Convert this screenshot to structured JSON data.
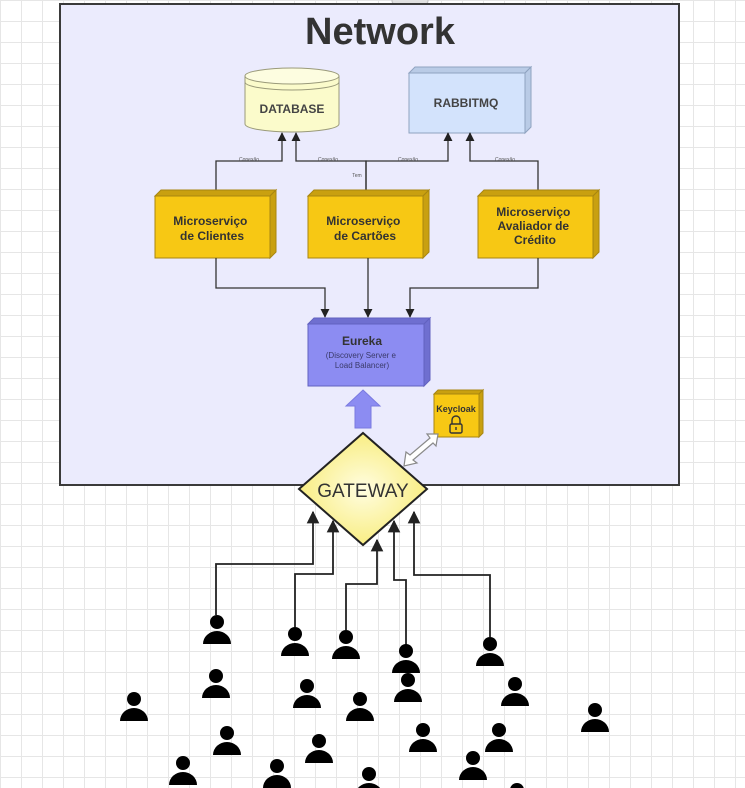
{
  "title": "Network",
  "nodes": {
    "database": "DATABASE",
    "rabbitmq": "RABBITMQ",
    "ms_clientes": [
      "Microserviço",
      "de Clientes"
    ],
    "ms_cartoes": [
      "Microserviço",
      "de Cartões"
    ],
    "ms_avaliador": [
      "Microserviço",
      "Avaliador de",
      "Crédito"
    ],
    "eureka_title": "Eureka",
    "eureka_sub": [
      "(Discovery Server e",
      "Load Balancer)"
    ],
    "keycloak": "Keycloak",
    "gateway": "GATEWAY"
  },
  "edge_labels": {
    "clientes_db": "Conexão",
    "cartoes_db": "Conexão",
    "cartoes_mq": "Conexão",
    "avaliador_mq": "Conexão",
    "cartoes_small": "Tem"
  },
  "colors": {
    "frame_fill": "#ebebfd",
    "database_fill": "#fbfbcb",
    "rabbitmq_fill": "#d3e3fc",
    "microservice_fill": "#f7c814",
    "eureka_fill": "#8c8cf2",
    "gateway_fill": "#fbf29b",
    "keycloak_fill": "#f7c814"
  },
  "icons": [
    "user-icon",
    "lock-icon",
    "arrow-up-icon",
    "double-arrow-icon"
  ]
}
